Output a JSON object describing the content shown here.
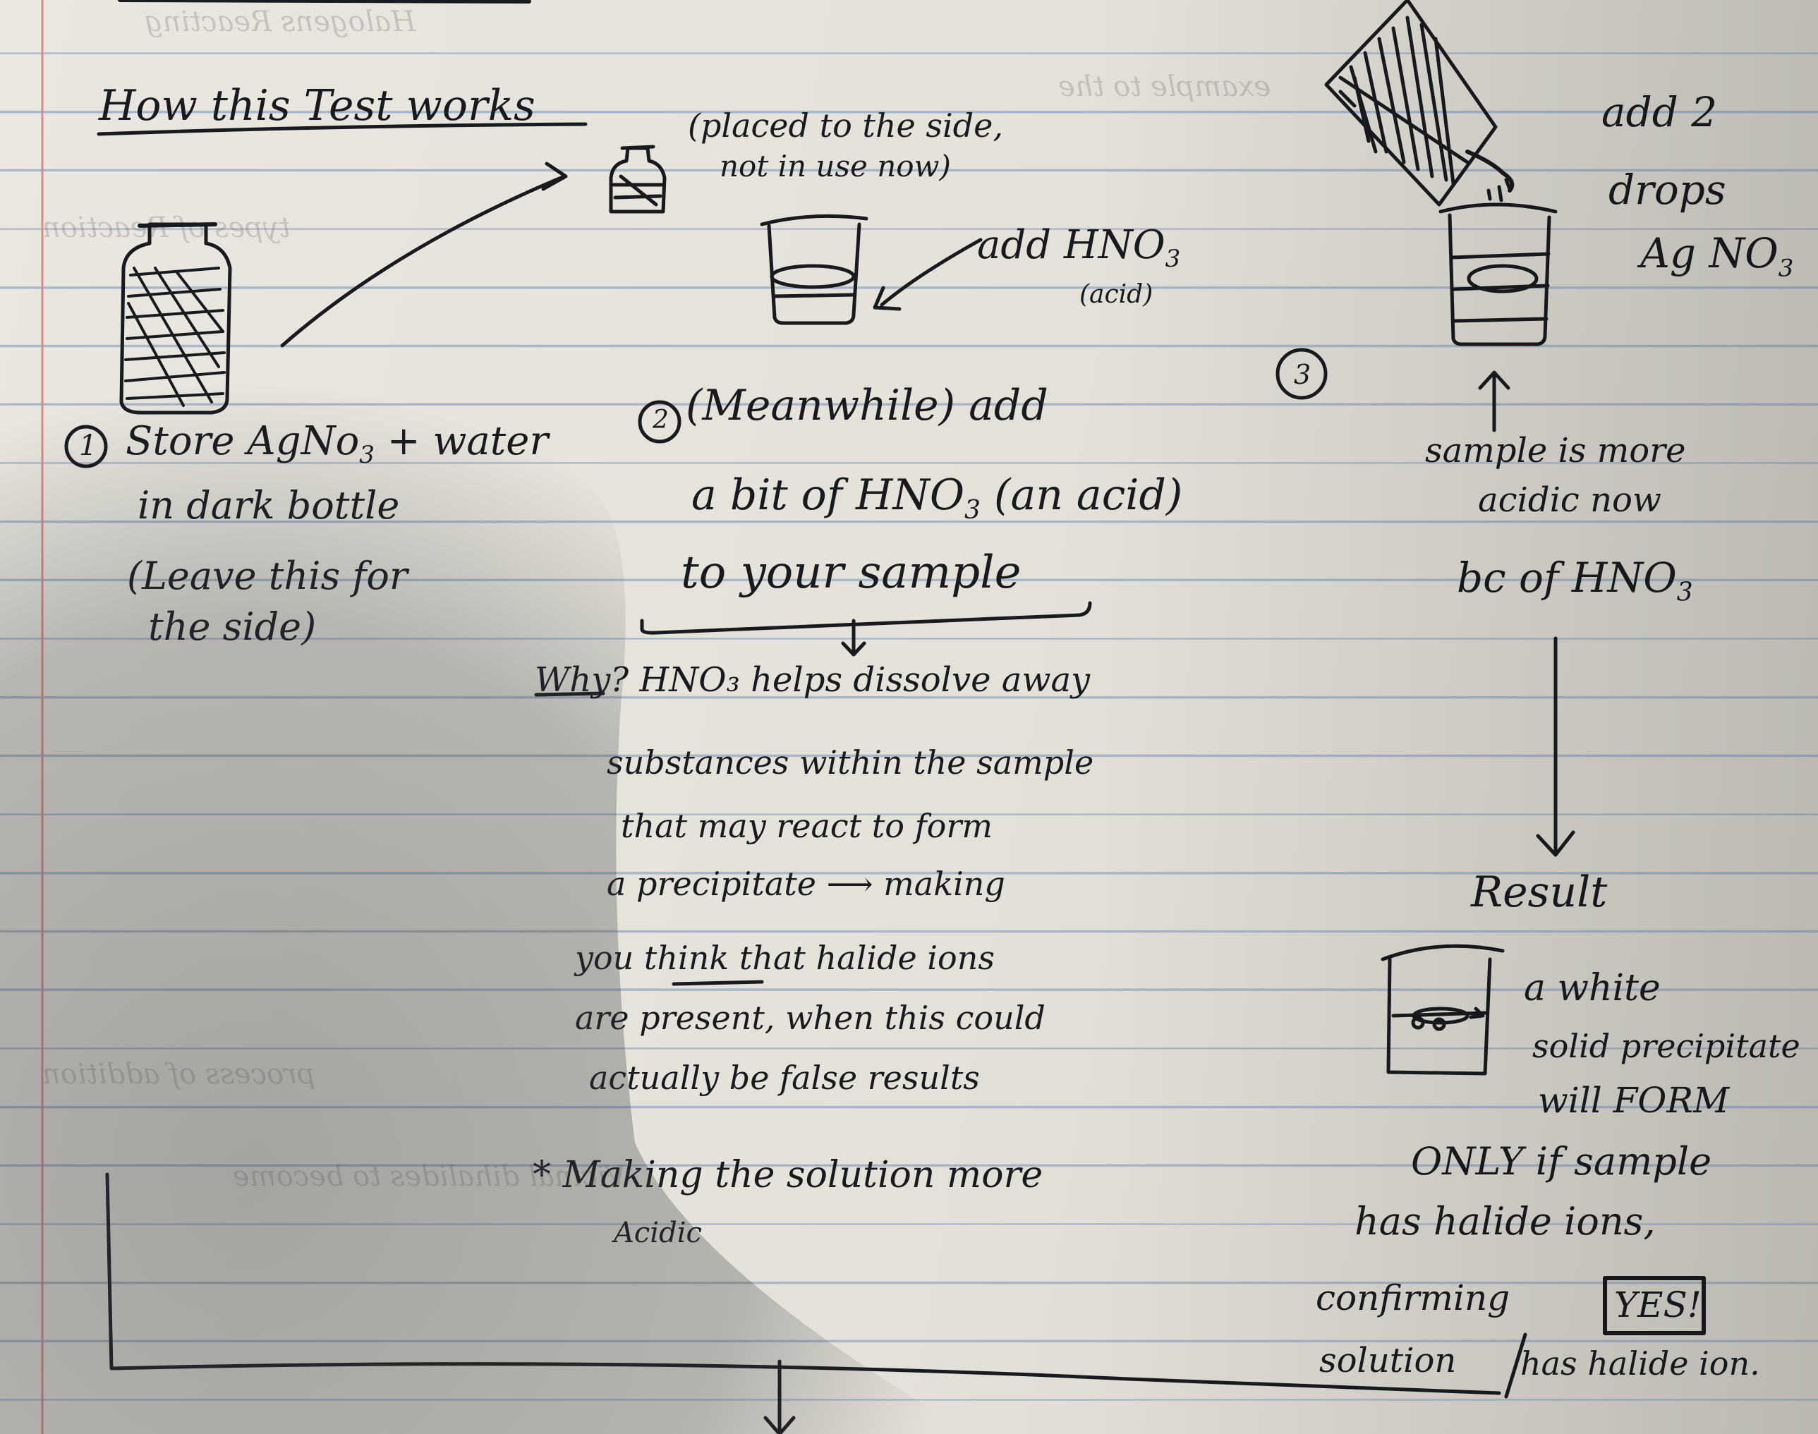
{
  "page": {
    "title": "How this Test works",
    "ink_color": "#1a1a1e",
    "paper_color": "#e6e4dc",
    "rule_color": "#8fa6c4",
    "margin_color": "#d88a8a"
  },
  "step1": {
    "number": "1",
    "line1": "Store AgNo",
    "line1_sub": "3",
    "line1_rest": "+ water",
    "line2": "in dark bottle",
    "line3": "(Leave this for",
    "line4": "the side)",
    "bottle_icon": "dark-bottle-icon"
  },
  "side_note": {
    "line1": "(placed to the side,",
    "line2": "not in use now)"
  },
  "beaker_label": {
    "text": "add HNO",
    "sub": "3",
    "note": "(acid)"
  },
  "step2": {
    "number": "2",
    "line1": "(Meanwhile) add",
    "line2": "a bit of HNO",
    "line2_sub": "3",
    "line2_rest": "(an acid)",
    "line3": "to your sample"
  },
  "why_note": {
    "lines": [
      "Why? HNO₃ helps dissolve away",
      "substances within the sample",
      "that may react to form",
      "a precipitate ⟶ making",
      "you think that halide ions",
      "are present, when this could",
      "actually be false results"
    ]
  },
  "star_note": {
    "line1": "* Making the solution more",
    "line2": "Acidic"
  },
  "step3": {
    "number": "3",
    "drops_line1": "add 2",
    "drops_line2": "drops",
    "drops_line3": "Ag NO",
    "drops_sub": "3",
    "note_line1": "sample is more",
    "note_line2": "acidic now",
    "note_line3": "bc of HNO",
    "note_sub": "3"
  },
  "result": {
    "title": "Result",
    "lines": [
      "a white",
      "solid precipitate",
      "will FORM",
      "ONLY if sample",
      "has halide ions,"
    ],
    "confirm_line1": "confirming",
    "yes_badge": "YES!",
    "confirm_line2": "solution",
    "confirm_line3": "has halide ion."
  }
}
